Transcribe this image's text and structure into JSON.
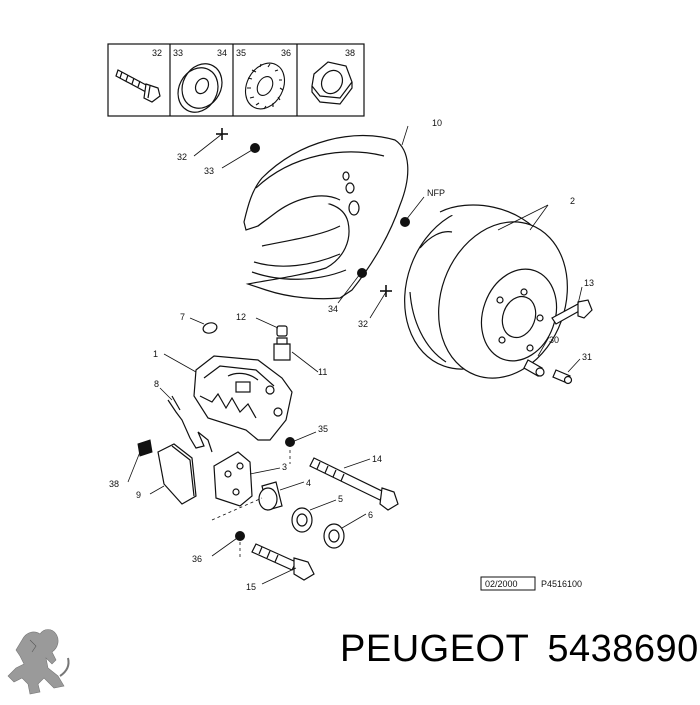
{
  "legend": {
    "items": [
      {
        "numbers": [
          "32"
        ]
      },
      {
        "numbers": [
          "33",
          "34"
        ]
      },
      {
        "numbers": [
          "35",
          "36"
        ]
      },
      {
        "numbers": [
          "38"
        ]
      }
    ]
  },
  "callouts": {
    "c10": "10",
    "c32a": "32",
    "c33": "33",
    "nfp": "NFP",
    "c2": "2",
    "c34": "34",
    "c32b": "32",
    "c13": "13",
    "c30": "30",
    "c31": "31",
    "c7": "7",
    "c12": "12",
    "c1": "1",
    "c11": "11",
    "c8": "8",
    "c35": "35",
    "c14": "14",
    "c3": "3",
    "c38": "38",
    "c4": "4",
    "c9": "9",
    "c5": "5",
    "c6": "6",
    "c36": "36",
    "c15": "15"
  },
  "footer": {
    "date_code": "02/2000",
    "figure_code": "P4516100"
  },
  "brand": {
    "name": "PEUGEOT",
    "part_number": "5438690"
  },
  "icons": {
    "logo": "peugeot-lion-logo-icon"
  }
}
